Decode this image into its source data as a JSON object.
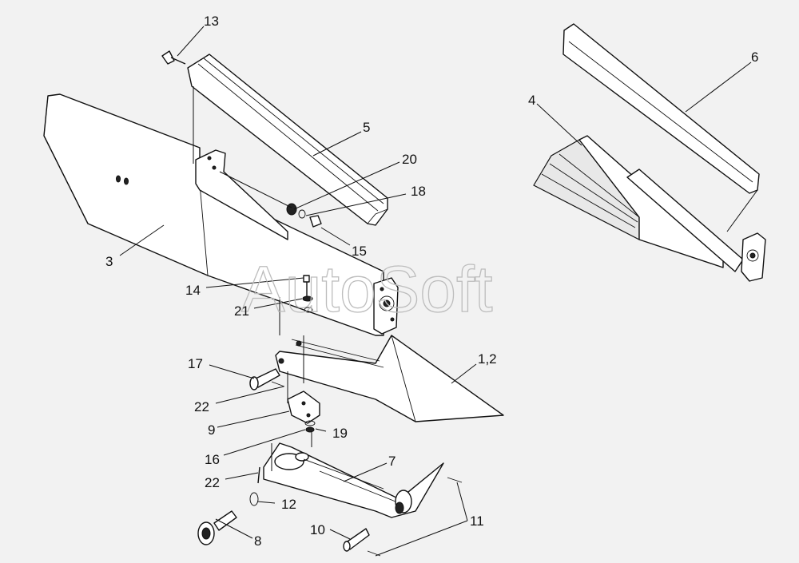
{
  "watermark": "AutoSoft",
  "callouts": {
    "c13": "13",
    "c6": "6",
    "c4": "4",
    "c5": "5",
    "c20": "20",
    "c18": "18",
    "c3": "3",
    "c15": "15",
    "c14": "14",
    "c21": "21",
    "c12_main": "1,2",
    "c17": "17",
    "c22a": "22",
    "c9": "9",
    "c19": "19",
    "c16": "16",
    "c7": "7",
    "c22b": "22",
    "c12": "12",
    "c11": "11",
    "c10": "10",
    "c8": "8"
  },
  "colors": {
    "background": "#f2f2f2",
    "line": "#111111",
    "watermark": "#bdbdbd"
  }
}
